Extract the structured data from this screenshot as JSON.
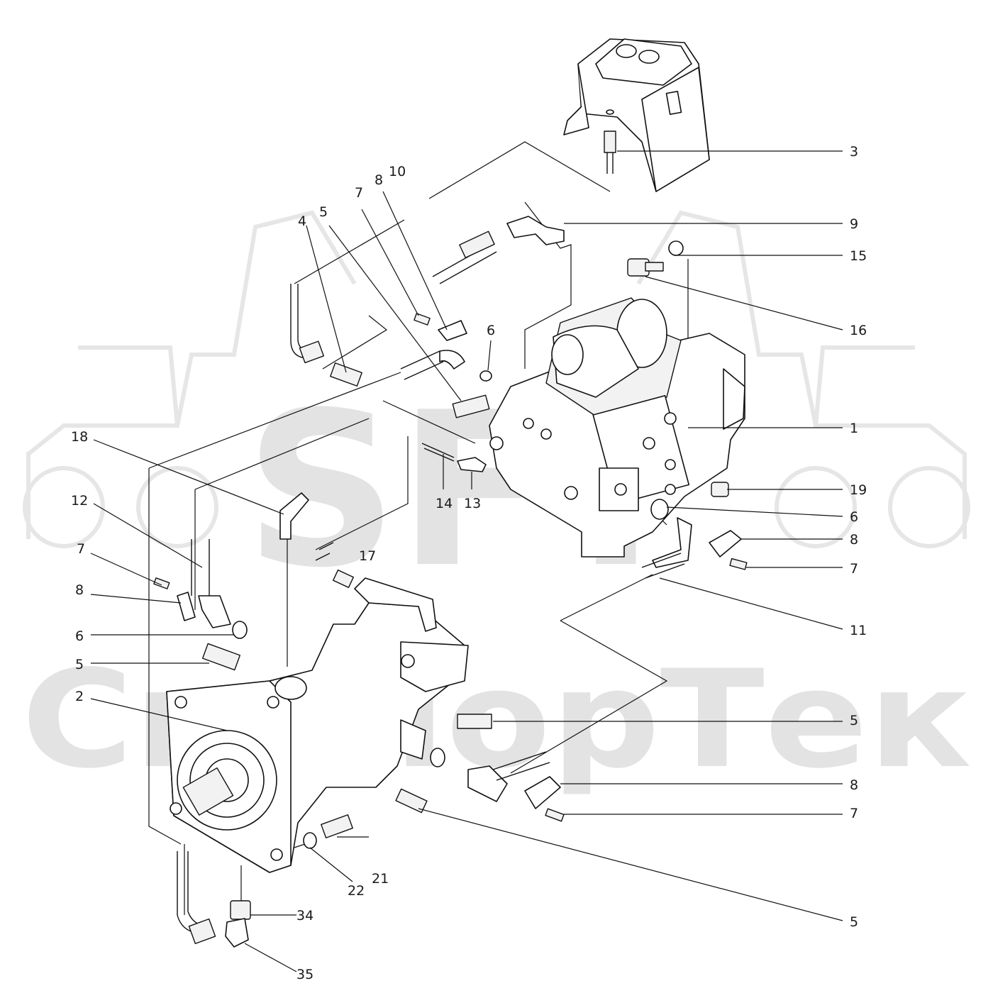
{
  "watermark": {
    "logo_text": "SFT",
    "brand_text": "СканорТек",
    "color": "#e3e3e3"
  },
  "callouts": [
    {
      "id": "c3",
      "text": "3"
    },
    {
      "id": "c10",
      "text": "10"
    },
    {
      "id": "c8a",
      "text": "8"
    },
    {
      "id": "c7a",
      "text": "7"
    },
    {
      "id": "c5a",
      "text": "5"
    },
    {
      "id": "c4",
      "text": "4"
    },
    {
      "id": "c9",
      "text": "9"
    },
    {
      "id": "c15",
      "text": "15"
    },
    {
      "id": "c16",
      "text": "16"
    },
    {
      "id": "c6a",
      "text": "6"
    },
    {
      "id": "c1",
      "text": "1"
    },
    {
      "id": "c18",
      "text": "18"
    },
    {
      "id": "c14",
      "text": "14"
    },
    {
      "id": "c13",
      "text": "13"
    },
    {
      "id": "c19",
      "text": "19"
    },
    {
      "id": "c6b",
      "text": "6"
    },
    {
      "id": "c12",
      "text": "12"
    },
    {
      "id": "c8b",
      "text": "8"
    },
    {
      "id": "c17",
      "text": "17"
    },
    {
      "id": "c7b",
      "text": "7"
    },
    {
      "id": "c7c",
      "text": "7"
    },
    {
      "id": "c8c",
      "text": "8"
    },
    {
      "id": "c11",
      "text": "11"
    },
    {
      "id": "c6c",
      "text": "6"
    },
    {
      "id": "c5b",
      "text": "5"
    },
    {
      "id": "c2",
      "text": "2"
    },
    {
      "id": "c5c",
      "text": "5"
    },
    {
      "id": "c8d",
      "text": "8"
    },
    {
      "id": "c7d",
      "text": "7"
    },
    {
      "id": "c22",
      "text": "22"
    },
    {
      "id": "c21",
      "text": "21"
    },
    {
      "id": "c34",
      "text": "34"
    },
    {
      "id": "c5d",
      "text": "5"
    },
    {
      "id": "c35",
      "text": "35"
    }
  ]
}
